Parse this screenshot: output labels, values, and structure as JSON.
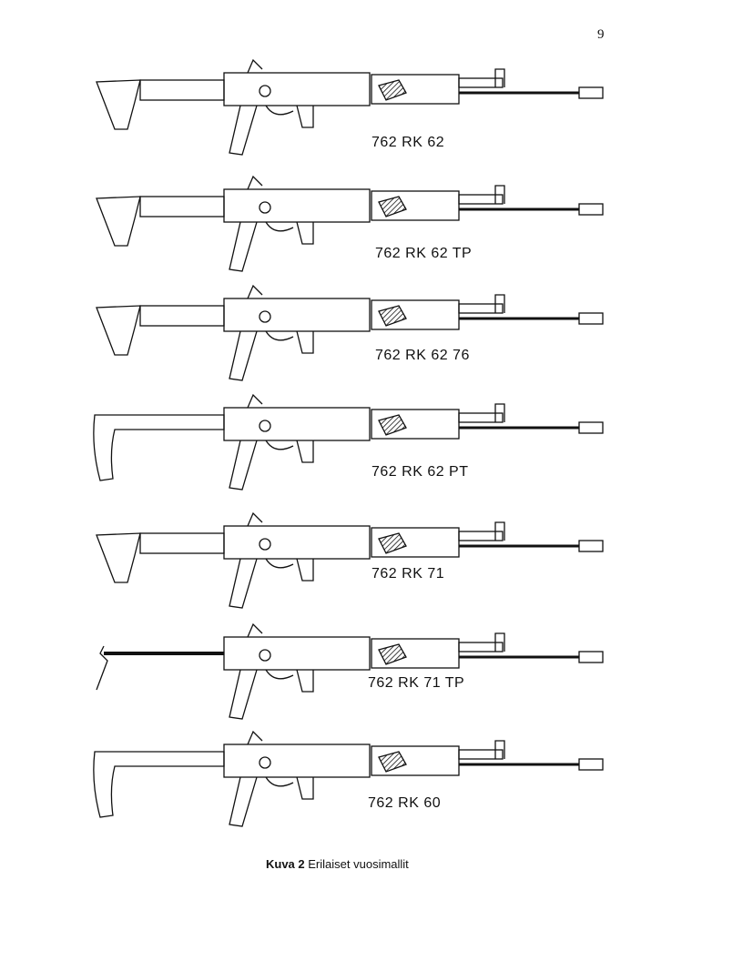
{
  "page": {
    "number": "9"
  },
  "rifles": [
    {
      "label": "762 RK 62",
      "stock": "tube",
      "variant": "rk62"
    },
    {
      "label": "762 RK 62 TP",
      "stock": "tube",
      "variant": "rk62tp"
    },
    {
      "label": "762 RK 62 76",
      "stock": "tube",
      "variant": "rk6276"
    },
    {
      "label": "762 RK 62 PT",
      "stock": "plastic",
      "variant": "rk62pt"
    },
    {
      "label": "762 RK 71",
      "stock": "tube",
      "variant": "rk71"
    },
    {
      "label": "762 RK 71 TP",
      "stock": "folding",
      "variant": "rk71tp"
    },
    {
      "label": "762 RK 60",
      "stock": "plastic",
      "variant": "rk60"
    }
  ],
  "caption": {
    "figure": "Kuva 2",
    "text": "Erilaiset vuosimallit"
  }
}
